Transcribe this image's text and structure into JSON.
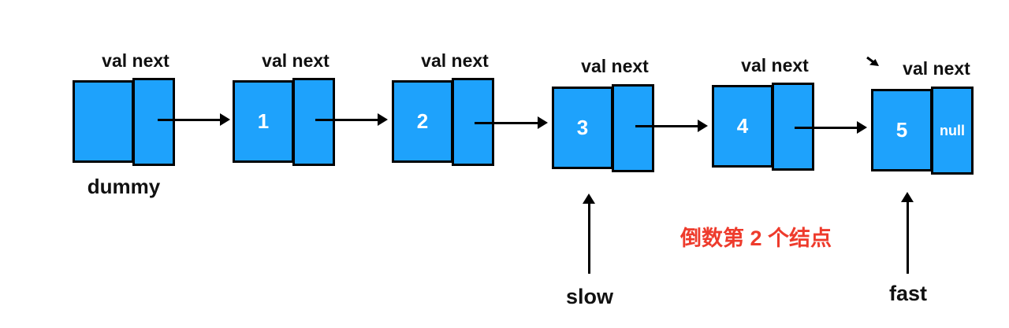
{
  "colors": {
    "node_fill": "#1EA2FC",
    "annotation_red": "#EE3B2C"
  },
  "nodes": [
    {
      "field_label": "val next",
      "value": "",
      "below_label": "dummy"
    },
    {
      "field_label": "val next",
      "value": "1"
    },
    {
      "field_label": "val next",
      "value": "2"
    },
    {
      "field_label": "val next",
      "value": "3"
    },
    {
      "field_label": "val next",
      "value": "4"
    },
    {
      "field_label": "val next",
      "value": "5",
      "next_value": "null"
    }
  ],
  "pointers": {
    "slow": "slow",
    "fast": "fast"
  },
  "annotation": "倒数第 2 个结点",
  "icons": {
    "cursor": "cursor-arrow-icon"
  }
}
